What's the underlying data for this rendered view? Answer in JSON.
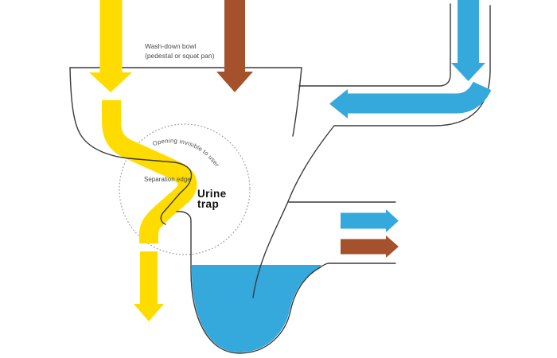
{
  "diagram": {
    "labels": {
      "bowl_label_line1": "Wash-down bowl",
      "bowl_label_line2": "(pedestal or squat pan)",
      "opening_label": "Opening invisible to user",
      "separation_edge_label": "Separation edge",
      "urine_trap_line1": "Urine",
      "urine_trap_line2": "trap"
    },
    "colors": {
      "urine_yellow": "#FFDC00",
      "feces_brown": "#A5512B",
      "water_blue": "#35A9DC",
      "outline_dark": "#3A3A3C",
      "dotted_gray": "#9B9B9B",
      "label_gray": "#4A4A4A",
      "trap_black": "#111111"
    },
    "flows": {
      "urine_inflow": "urine-inflow-arrow",
      "urine_through_trap": "urine-trap-flow-band",
      "urine_outflow": "urine-outflow-arrow",
      "feces_inflow": "feces-inflow-arrow",
      "feces_outflow": "feces-outflow-arrow",
      "flushwater_inflow": "flushwater-inflow-arrow",
      "flushwater_into_bowl": "flushwater-bowl-arrow",
      "water_outflow": "water-outflow-arrow"
    }
  }
}
